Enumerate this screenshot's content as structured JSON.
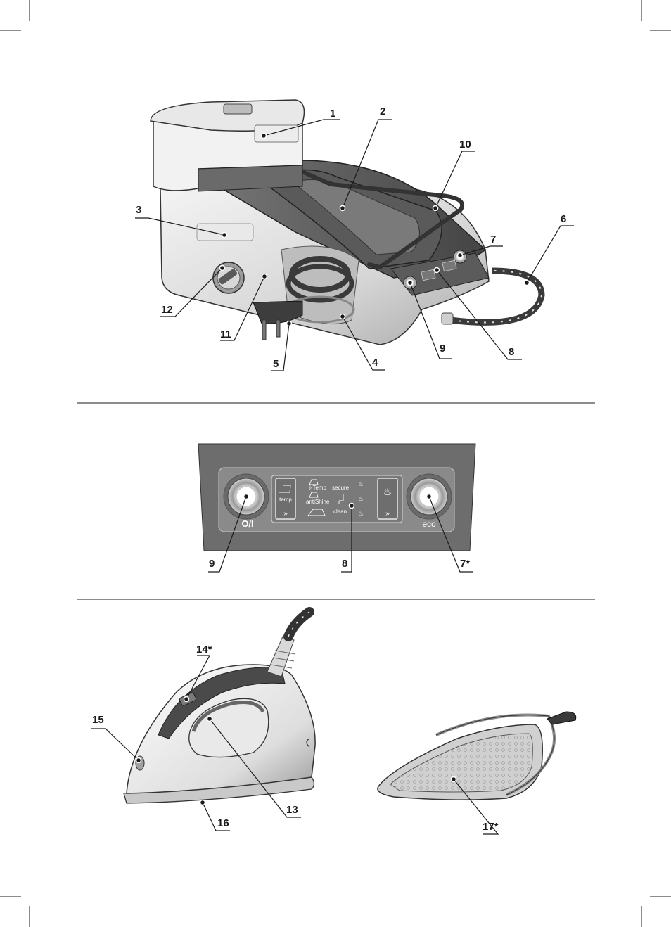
{
  "callouts": {
    "station": [
      "1",
      "2",
      "3",
      "4",
      "5",
      "6",
      "7",
      "8",
      "9",
      "10",
      "11",
      "12"
    ],
    "panel": [
      "9",
      "8",
      "7*"
    ],
    "iron": [
      "14*",
      "15",
      "13",
      "16"
    ],
    "tray": [
      "17*"
    ]
  },
  "panel": {
    "left_button_label": "O/I",
    "right_button_label": "eco",
    "temp_label": "temp",
    "itemp_label": "i-Temp",
    "antishine_label": "antiShine",
    "secure_label": "secure",
    "clean_label": "clean"
  },
  "colors": {
    "line": "#1a1a1a",
    "panel_gray": "#6e6e6e",
    "body_gray": "#d9d9d9",
    "dark_gray": "#4a4a4a"
  }
}
